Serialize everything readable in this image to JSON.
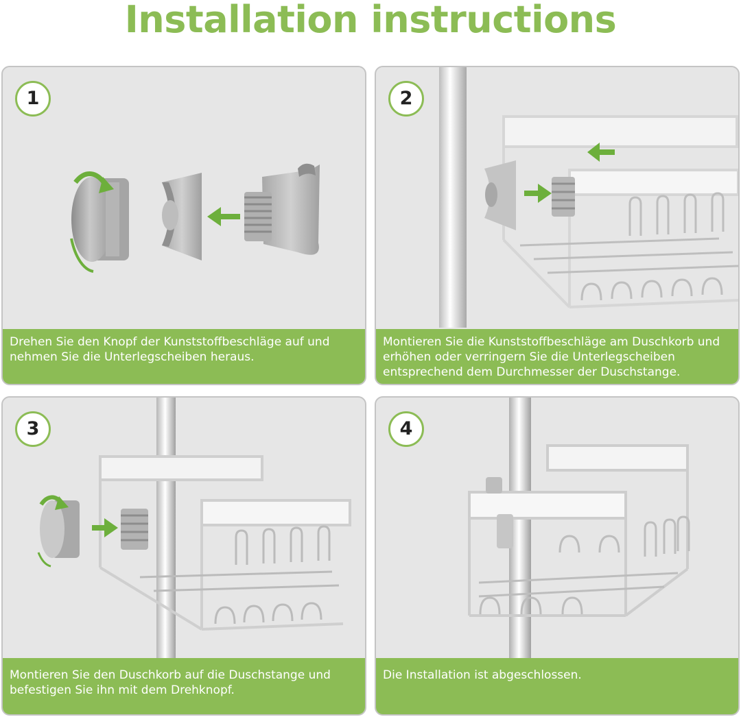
{
  "title": "Installation instructions",
  "colors": {
    "accent": "#8cbc55",
    "panel_bg": "#e6e6e6",
    "panel_border": "#c4c4c4",
    "caption_text": "#ffffff"
  },
  "steps": [
    {
      "number": "1",
      "caption": "Drehen Sie den Knopf der Kunststoffbeschläge auf und nehmen Sie die Unterlegscheiben heraus."
    },
    {
      "number": "2",
      "caption": "Montieren Sie die Kunststoffbeschläge am Duschkorb und erhöhen oder verringern Sie die Unterlegscheiben entsprechend dem Durchmesser der Duschstange."
    },
    {
      "number": "3",
      "caption": "Montieren Sie den Duschkorb auf die Duschstange und befestigen Sie ihn mit dem Drehknopf."
    },
    {
      "number": "4",
      "caption": "Die Installation ist abgeschlossen."
    }
  ],
  "icons": [
    "rotate-arrow-icon",
    "insert-arrow-icon"
  ]
}
